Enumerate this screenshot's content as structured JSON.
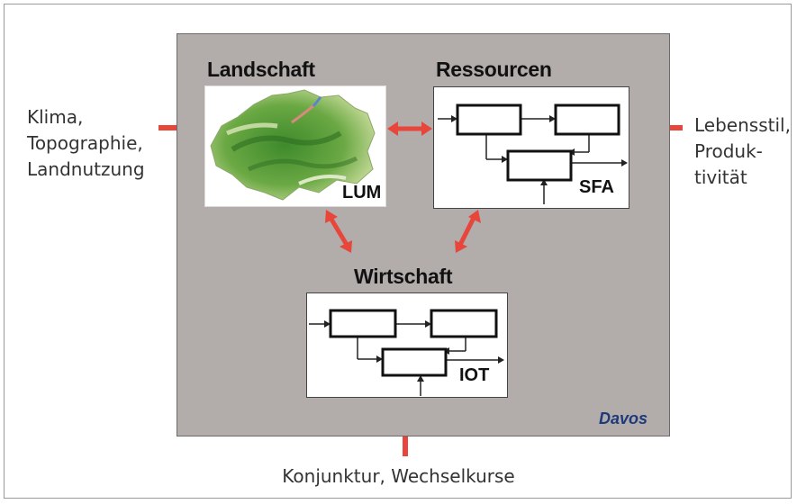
{
  "drivers": {
    "left": [
      "Klima,",
      "Topographie,",
      "Landnutzung"
    ],
    "right": [
      "Lebensstil,",
      "Produk-",
      "tivität"
    ],
    "bottom": "Konjunktur, Wechselkurse"
  },
  "model": {
    "label": "Davos",
    "modules": {
      "landscape": {
        "title": "Landschaft",
        "tag": "LUM"
      },
      "resources": {
        "title": "Ressourcen",
        "tag": "SFA"
      },
      "economy": {
        "title": "Wirtschaft",
        "tag": "IOT"
      }
    }
  },
  "colors": {
    "connector": "#e8453b",
    "model_background": "#b2acab",
    "davos_label": "#1f3a7a"
  }
}
